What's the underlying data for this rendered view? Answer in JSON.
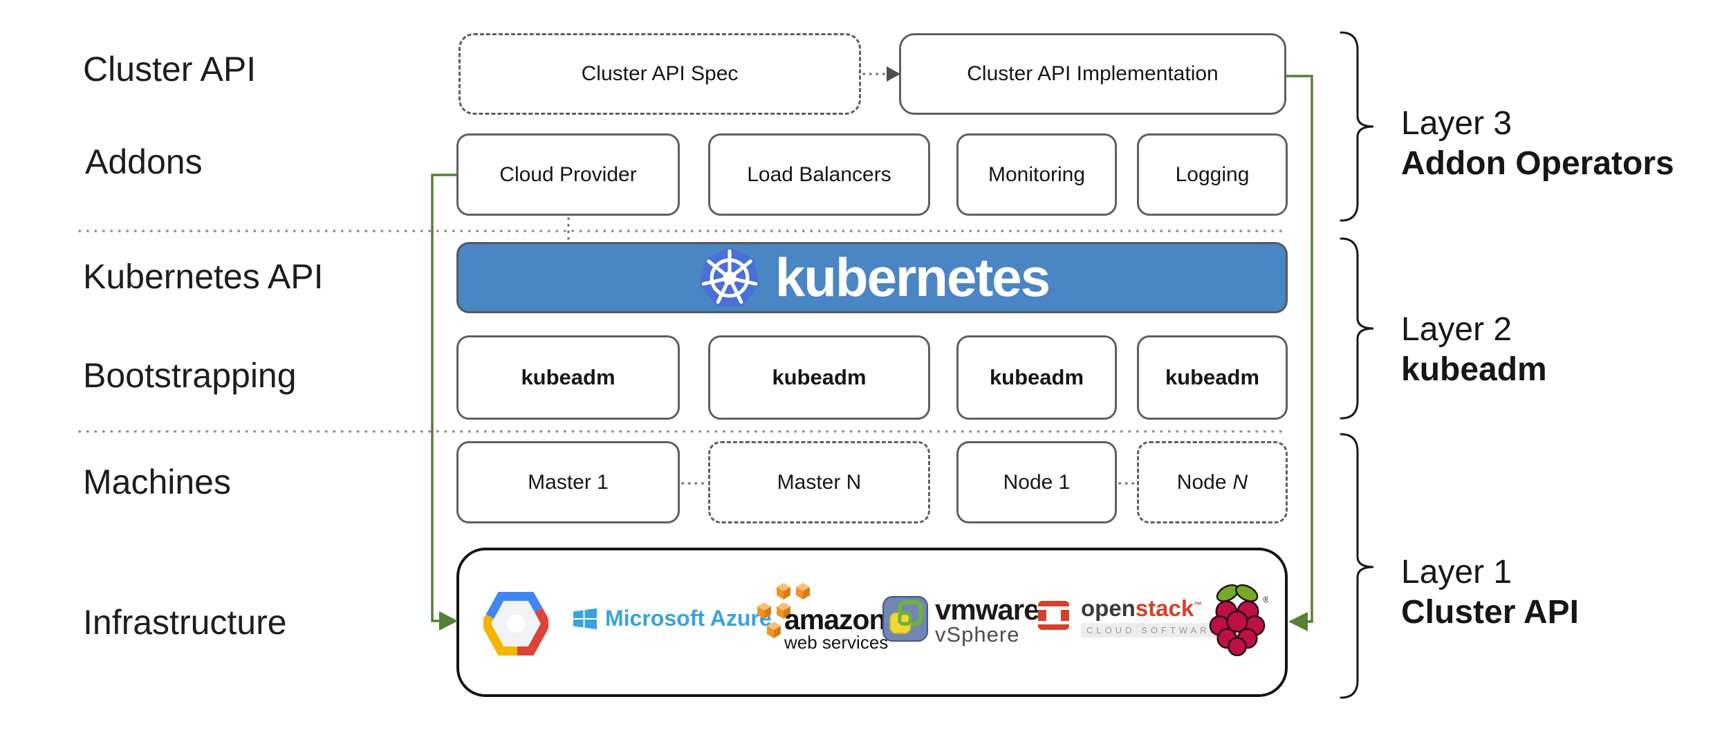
{
  "left_labels": {
    "cluster_api": "Cluster API",
    "addons": "Addons",
    "kubernetes_api": "Kubernetes API",
    "bootstrapping": "Bootstrapping",
    "machines": "Machines",
    "infrastructure": "Infrastructure"
  },
  "boxes": {
    "spec": "Cluster API Spec",
    "implementation": "Cluster API Implementation",
    "addons": [
      "Cloud Provider",
      "Load Balancers",
      "Monitoring",
      "Logging"
    ],
    "bootstrap": [
      "kubeadm",
      "kubeadm",
      "kubeadm",
      "kubeadm"
    ],
    "machines": {
      "master1": "Master 1",
      "master_n": "Master N",
      "node1": "Node 1",
      "node_n_prefix": "Node",
      "node_n_suffix": "N"
    }
  },
  "banner": {
    "wordmark": "kubernetes"
  },
  "layers": [
    {
      "line1": "Layer 3",
      "line2": "Addon Operators"
    },
    {
      "line1": "Layer 2",
      "line2": "kubeadm"
    },
    {
      "line1": "Layer 1",
      "line2": "Cluster API"
    }
  ],
  "logos": {
    "azure": "Microsoft Azure",
    "amazon": "amazon",
    "amazon_sub": "web services",
    "vmware": "vmware",
    "vmware_reg": "®",
    "vsphere": "vSphere",
    "openstack_open": "open",
    "openstack_stack": "stack",
    "openstack_tm": "™",
    "openstack_sub": "CLOUD SOFTWARE",
    "raspberry_reg": "®"
  },
  "colors": {
    "banner_blue": "#4a85c4",
    "k8s_logo_blue": "#4a70d8",
    "arrow_green": "#538135",
    "box_border_gray": "#5f5f5f",
    "azure_blue": "#38a3dc",
    "aws_orange": "#ef9325",
    "gcp_blue": "#4285f4",
    "gcp_red": "#db4437",
    "gcp_yellow": "#f4b400",
    "vmware_panel_blue": "#7186b4",
    "vsphere_green": "#6cb33e",
    "vsphere_yellow": "#f5d836",
    "openstack_red": "#d6402c",
    "raspberry_magenta": "#bc1142",
    "raspberry_leaf_green": "#75a928"
  }
}
